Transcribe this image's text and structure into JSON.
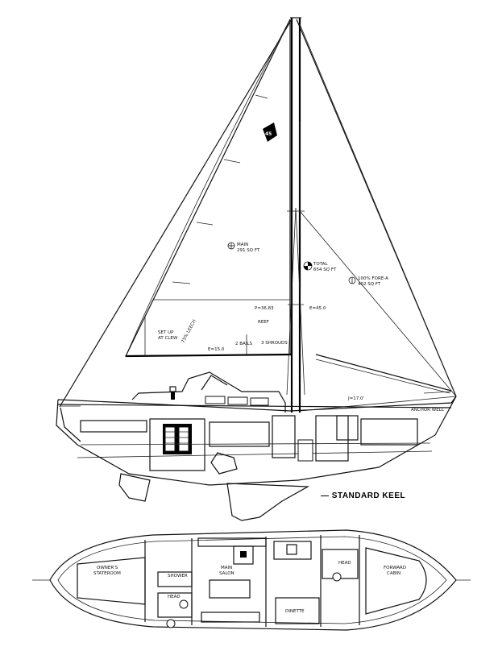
{
  "profile": {
    "sail_insignia": "45",
    "main_label": "MAIN",
    "main_area": "291 SQ FT",
    "total_label": "TOTAL",
    "total_area": "654 SQ FT",
    "genoa_label": "100% FORE-A",
    "genoa_area": "402 SQ FT",
    "dim_p": "P=36.83",
    "dim_e_boom": "E=45.0",
    "dim_e_foot": "E=15.0",
    "dim_j": "J=17.0'",
    "note_bails": "2 BAILS",
    "note_reef": "REEF",
    "note_shrouds": "3 SHROUDS",
    "note_set_up": "SET UP",
    "note_at_clew": "AT CLEW",
    "note_leech": "75% LEECH",
    "anchor_well": "ANCHOR WELL",
    "keel_caption": "— STANDARD KEEL"
  },
  "plan": {
    "owners_stateroom": "OWNER'S",
    "owners_stateroom_2": "STATEROOM",
    "shower": "SHOWER",
    "head_aft": "HEAD",
    "main_salon": "MAIN",
    "main_salon_2": "SALON",
    "dinette": "DINETTE",
    "head_fwd": "HEAD",
    "forward_cabin": "FORWARD",
    "forward_cabin_2": "CABIN"
  }
}
